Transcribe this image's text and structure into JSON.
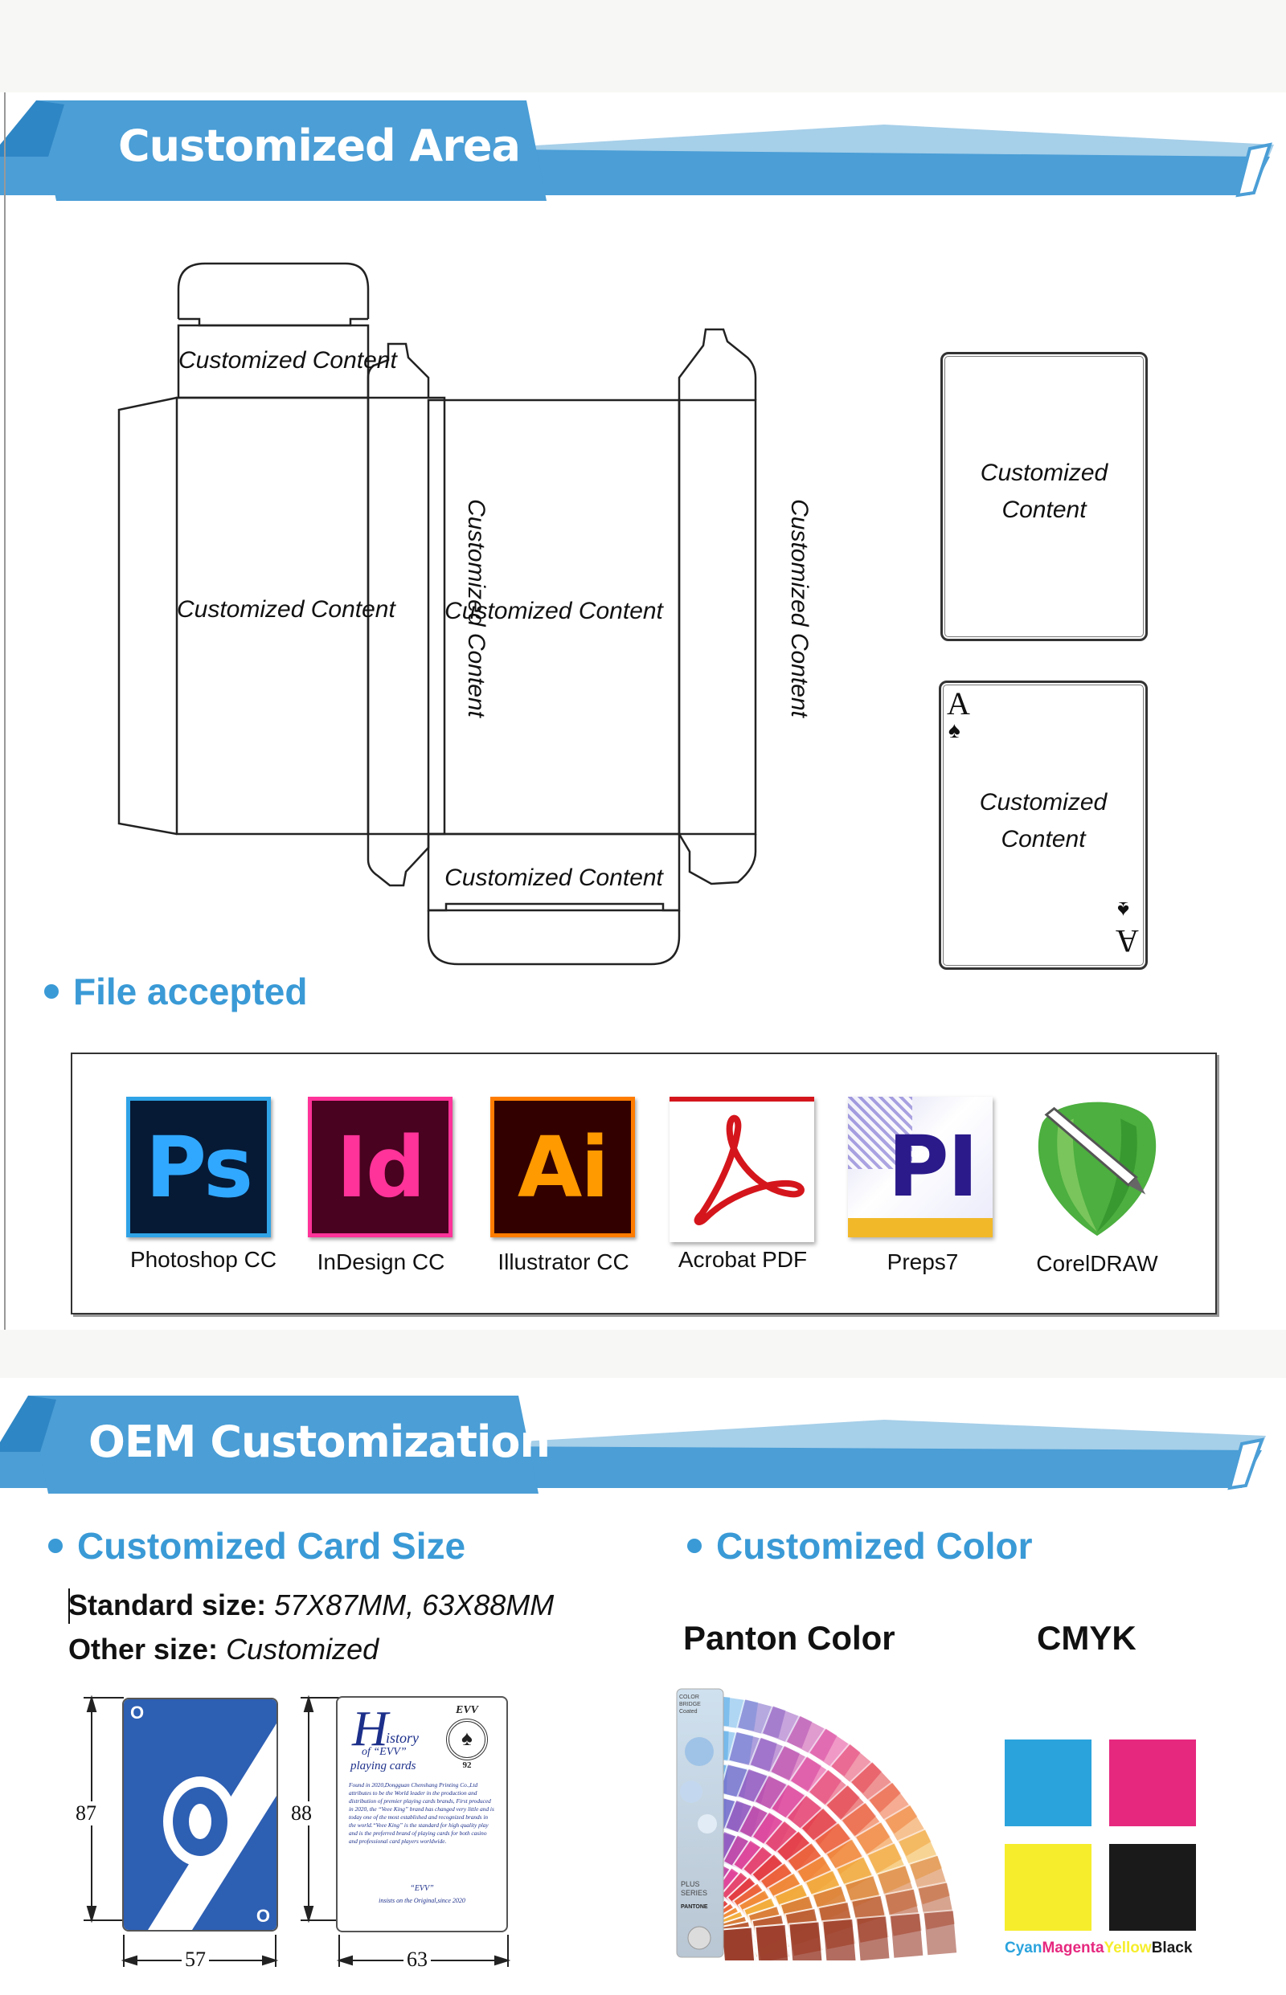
{
  "customized_area": {
    "title": "Customized Area",
    "box_labels": {
      "top_flap": "Customized Content",
      "front_panel": "Customized Content",
      "side_left": "Customized Content",
      "back_panel": "Customized Content",
      "side_right": "Customized Content",
      "bottom_flap": "Customized Content"
    },
    "card_back": {
      "line1": "Customized",
      "line2": "Content"
    },
    "card_face": {
      "line1": "Customized",
      "line2": "Content",
      "rank": "A"
    }
  },
  "file_accepted": {
    "heading": "File accepted",
    "software": [
      {
        "label": "Photoshop CC",
        "icon": "photoshop-icon",
        "letters": "Ps"
      },
      {
        "label": "InDesign CC",
        "icon": "indesign-icon",
        "letters": "Id"
      },
      {
        "label": "Illustrator CC",
        "icon": "illustrator-icon",
        "letters": "Ai"
      },
      {
        "label": "Acrobat PDF",
        "icon": "acrobat-icon"
      },
      {
        "label": "Preps7",
        "icon": "preps-icon",
        "letters": "PI"
      },
      {
        "label": "CorelDRAW",
        "icon": "coreldraw-icon"
      }
    ]
  },
  "oem": {
    "title": "OEM Customization",
    "card_size": {
      "heading": "Customized Card Size",
      "standard_label": "Standard size:",
      "standard_value": "57X87MM, 63X88MM",
      "other_label": "Other size:",
      "other_value": "Customized",
      "card1": {
        "height": "87",
        "width": "57",
        "corner": "O"
      },
      "card2": {
        "height": "88",
        "width": "63",
        "big_letter": "H",
        "title_rest": "istory",
        "title_line2": "of “EVV”",
        "title_line3": "playing cards",
        "logo_text": "EVV",
        "logo_number": "92",
        "body_text": "Found in 2020,Dongguan Chenshang Printing Co.,Ltd attributes to be the World leader in the production and distribution of premier playing cards brands, First produced in 2020, the “Veee King” brand has changed very little and is today one of the most established and recognized brands in the world.“Veee King” is the standard for high quality play and is the preferred brand of playing cards for both casino and professional card players worldwide.",
        "signature": "“EVV”",
        "footer": "insists on the Original,since 2020"
      }
    },
    "color": {
      "heading": "Customized Color",
      "panton_label": "Panton Color",
      "cmyk_label": "CMYK",
      "fan_texts": {
        "top": "COLOR BRIDGE Coated",
        "mid": "PLUS SERIES",
        "brand": "PANTONE"
      },
      "cmyk": [
        {
          "name": "Cyan",
          "color": "#2aa3dd"
        },
        {
          "name": "Magenta",
          "color": "#e6287f"
        },
        {
          "name": "Yellow",
          "color": "#f6ee2c"
        },
        {
          "name": "Black",
          "color": "#1a1a1a"
        }
      ]
    }
  }
}
